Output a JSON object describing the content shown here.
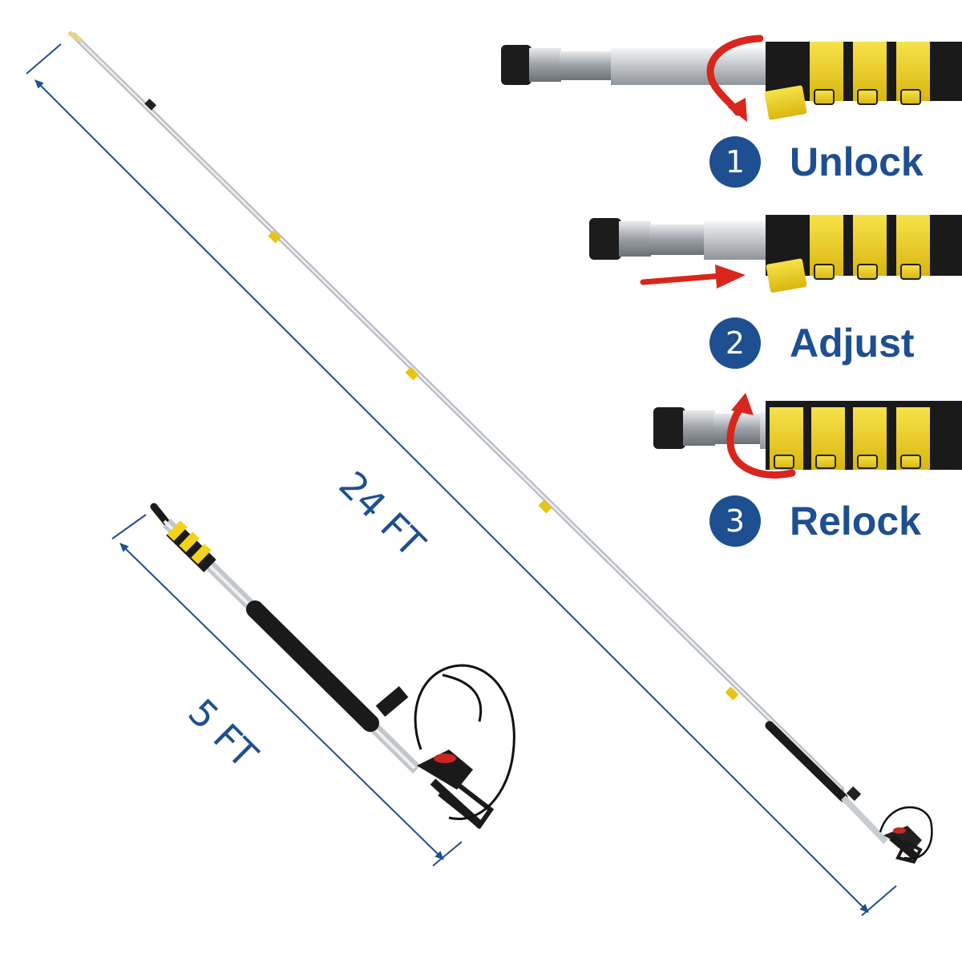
{
  "colors": {
    "accent": "#1d4f91",
    "lock_yellow": "#f2d21b",
    "grip_black": "#1a1a1a",
    "pole_silver": "#c9cdd2",
    "arrow_red": "#d8261c"
  },
  "dimensions": {
    "long_pole": "24 FT",
    "short_pole": "5 FT"
  },
  "steps": [
    {
      "number": "1",
      "label": "Unlock",
      "arrow": "curved-down-arrow"
    },
    {
      "number": "2",
      "label": "Adjust",
      "arrow": "right-arrow"
    },
    {
      "number": "3",
      "label": "Relock",
      "arrow": "curved-up-arrow"
    }
  ]
}
